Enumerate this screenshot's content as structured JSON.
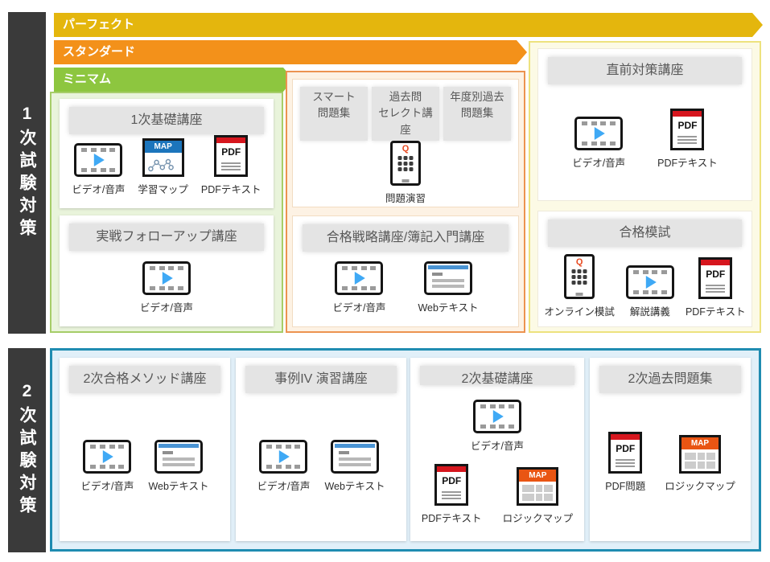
{
  "icon_text": {
    "map": "MAP",
    "pdf": "PDF",
    "q": "Q"
  },
  "section1": {
    "sidebar_label": "1次試験対策",
    "bands": {
      "perfect": "パーフェクト",
      "standard": "スタンダード",
      "minimum": "ミニマム"
    },
    "minimum_area": {
      "basic_course": {
        "title": "1次基礎講座",
        "items": {
          "video": "ビデオ/音声",
          "map": "学習マップ",
          "pdf": "PDFテキスト"
        }
      },
      "followup_course": {
        "title": "実戦フォローアップ講座",
        "items": {
          "video": "ビデオ/音声"
        }
      }
    },
    "standard_area": {
      "question_practice": {
        "headers": {
          "smart": "スマート\n問題集",
          "select": "過去問\nセレクト講座",
          "yearly": "年度別過去\n問題集"
        },
        "items": {
          "practice": "問題演習"
        }
      },
      "strategy_course": {
        "title": "合格戦略講座/簿記入門講座",
        "items": {
          "video": "ビデオ/音声",
          "web": "Webテキスト"
        }
      }
    },
    "perfect_area": {
      "lastminute_course": {
        "title": "直前対策講座",
        "items": {
          "video": "ビデオ/音声",
          "pdf": "PDFテキスト"
        }
      },
      "mock_exam": {
        "title": "合格模試",
        "items": {
          "online": "オンライン模試",
          "lecture": "解説講義",
          "pdf": "PDFテキスト"
        }
      }
    }
  },
  "section2": {
    "sidebar_label": "2次試験対策",
    "method_course": {
      "title": "2次合格メソッド講座",
      "items": {
        "video": "ビデオ/音声",
        "web": "Webテキスト"
      }
    },
    "case4_course": {
      "title": "事例IV 演習講座",
      "items": {
        "video": "ビデオ/音声",
        "web": "Webテキスト"
      }
    },
    "basic_course": {
      "title": "2次基礎講座",
      "items": {
        "video": "ビデオ/音声",
        "pdf": "PDFテキスト",
        "logic": "ロジックマップ"
      }
    },
    "past_exam": {
      "title": "2次過去問題集",
      "items": {
        "pdf": "PDF問題",
        "logic": "ロジックマップ"
      }
    }
  }
}
